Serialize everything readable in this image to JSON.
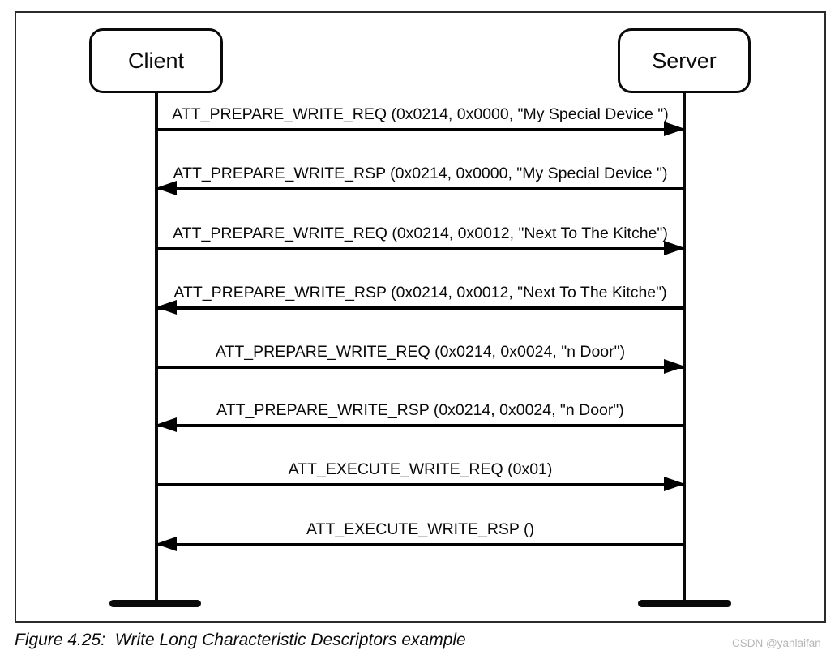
{
  "diagram": {
    "actors": [
      {
        "label": "Client",
        "role": "initiator"
      },
      {
        "label": "Server",
        "role": "responder"
      }
    ],
    "messages": [
      {
        "label": "ATT_PREPARE_WRITE_REQ (0x0214, 0x0000, \"My Special Device \")",
        "from": "Client",
        "to": "Server",
        "direction": "right"
      },
      {
        "label": "ATT_PREPARE_WRITE_RSP (0x0214, 0x0000, \"My Special Device \")",
        "from": "Server",
        "to": "Client",
        "direction": "left"
      },
      {
        "label": "ATT_PREPARE_WRITE_REQ (0x0214, 0x0012, \"Next To The Kitche\")",
        "from": "Client",
        "to": "Server",
        "direction": "right"
      },
      {
        "label": "ATT_PREPARE_WRITE_RSP (0x0214, 0x0012, \"Next To The Kitche\")",
        "from": "Server",
        "to": "Client",
        "direction": "left"
      },
      {
        "label": "ATT_PREPARE_WRITE_REQ (0x0214, 0x0024, \"n Door\")",
        "from": "Client",
        "to": "Server",
        "direction": "right"
      },
      {
        "label": "ATT_PREPARE_WRITE_RSP (0x0214, 0x0024, \"n Door\")",
        "from": "Server",
        "to": "Client",
        "direction": "left"
      },
      {
        "label": "ATT_EXECUTE_WRITE_REQ (0x01)",
        "from": "Client",
        "to": "Server",
        "direction": "right"
      },
      {
        "label": "ATT_EXECUTE_WRITE_RSP ()",
        "from": "Server",
        "to": "Client",
        "direction": "left"
      }
    ]
  },
  "caption": "Figure 4.25:  Write Long Characteristic Descriptors example",
  "watermark": "CSDN @yanlaifan",
  "colors": {
    "background": "#ffffff",
    "line": "#000000",
    "frame_border": "#2b2b2b",
    "watermark_text": "#b6b6b6"
  }
}
